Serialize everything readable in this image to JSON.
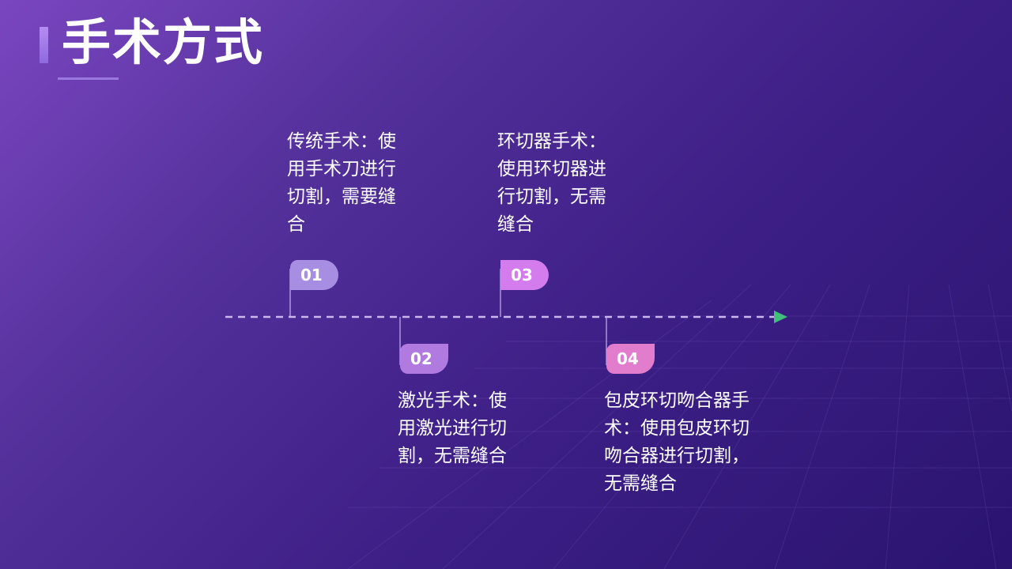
{
  "slide": {
    "title": "手术方式"
  },
  "timeline": {
    "items": [
      {
        "number": "01",
        "text": "传统手术：使用手术刀进行切割，需要缝合"
      },
      {
        "number": "02",
        "text": "激光手术：使用激光进行切割，无需缝合"
      },
      {
        "number": "03",
        "text": "环切器手术：使用环切器进行切割，无需缝合"
      },
      {
        "number": "04",
        "text": "包皮环切吻合器手术：使用包皮环切吻合器进行切割，无需缝合"
      }
    ]
  },
  "colors": {
    "background_start": "#7a46c0",
    "background_end": "#2a1470",
    "arrow_head": "#3fbf7a",
    "badge_01": "#a88ee3",
    "badge_02": "#b07ae0",
    "badge_03": "#d47cee",
    "badge_04": "#e27ccd"
  }
}
